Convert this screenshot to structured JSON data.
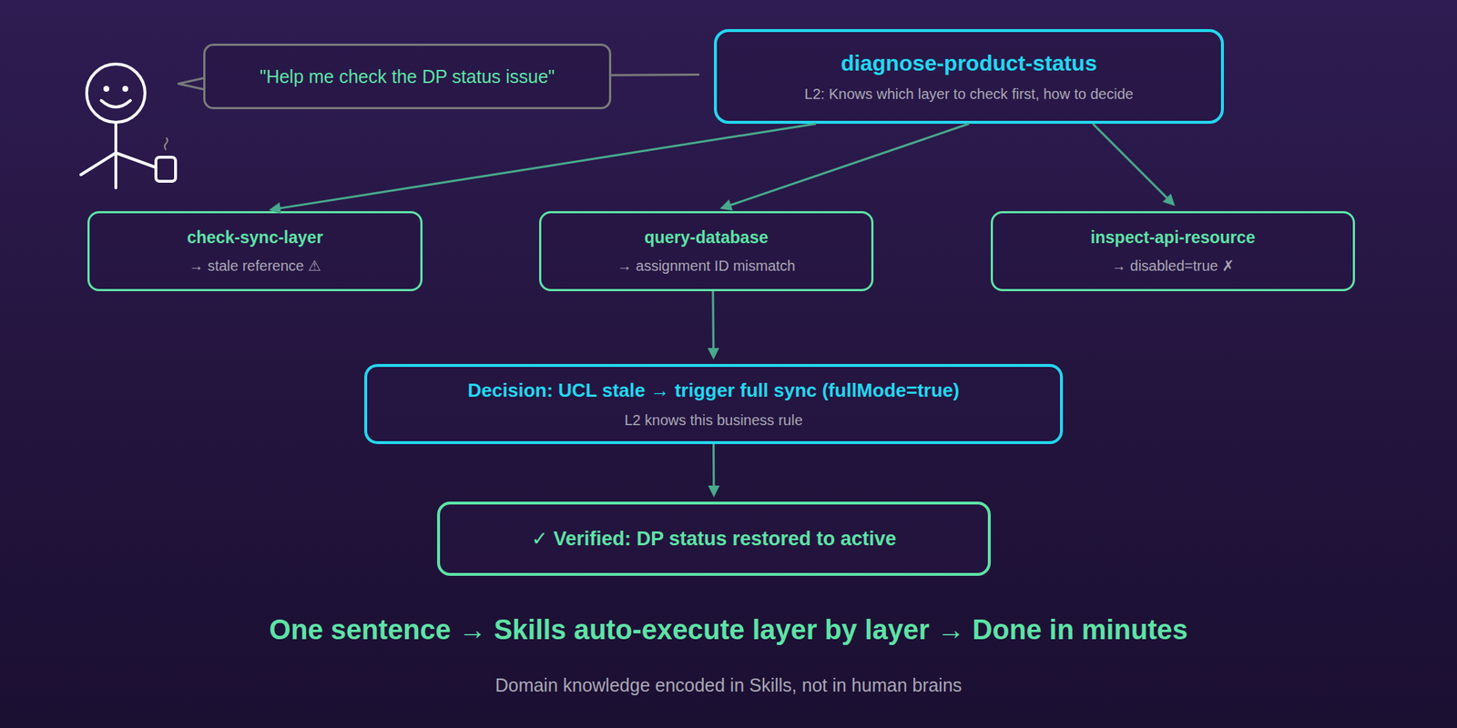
{
  "diagram": {
    "caption": "One sentence → Skills auto-execute layer by layer → Done in minutes",
    "nodes": [
      {
        "text": [
          "\"Help me check the DP status issue\""
        ]
      },
      {
        "text": [
          "diagnose-product-status",
          "L2: Knows which layer to check first, how to decide"
        ]
      },
      {
        "text": [
          "check-sync-layer",
          "→ stale reference ⚠"
        ]
      },
      {
        "text": [
          "query-database",
          "→ assignment ID mismatch"
        ]
      },
      {
        "text": [
          "inspect-api-resource",
          "→ disabled=true ✗"
        ]
      },
      {
        "text": [
          "Decision: UCL stale → trigger full sync (fullMode=true)",
          "L2 knows this business rule"
        ]
      },
      {
        "text": [
          "✓ Verified: DP status restored to active"
        ]
      }
    ],
    "edges": [
      {
        "from": 0,
        "to": 1,
        "arrow": "none"
      },
      {
        "from": 1,
        "to": 2,
        "arrow": "to"
      },
      {
        "from": 1,
        "to": 3,
        "arrow": "to"
      },
      {
        "from": 1,
        "to": 4,
        "arrow": "to"
      },
      {
        "from": 3,
        "to": 5,
        "arrow": "to"
      },
      {
        "from": 5,
        "to": 6,
        "arrow": "to"
      }
    ],
    "labels": [
      "Domain knowledge encoded in Skills, not in human brains"
    ]
  }
}
